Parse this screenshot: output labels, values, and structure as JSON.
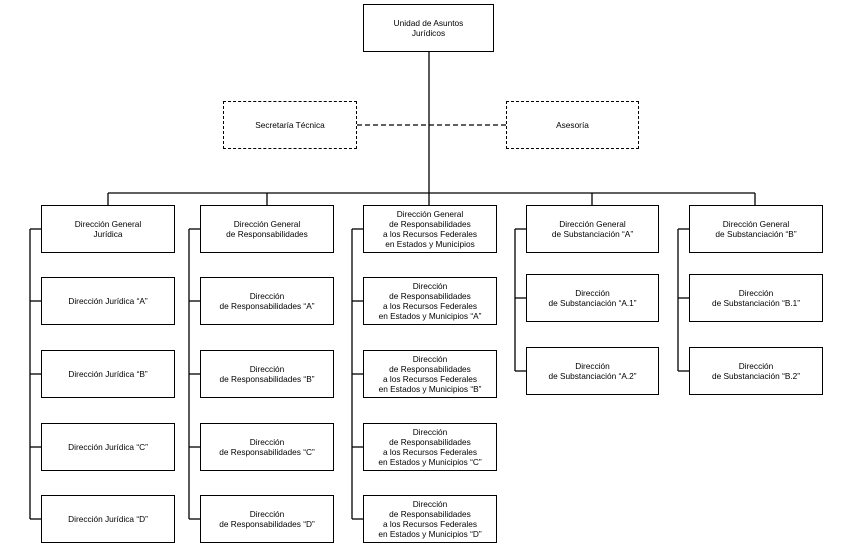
{
  "top": "Unidad de Asuntos\nJurídicos",
  "staff": [
    "Secretaría Técnica",
    "Asesoría"
  ],
  "columns": [
    {
      "head": "Dirección General\nJurídica",
      "children": [
        "Dirección Jurídica “A”",
        "Dirección Jurídica “B”",
        "Dirección Jurídica “C”",
        "Dirección Jurídica “D”"
      ]
    },
    {
      "head": "Dirección General\nde Responsabilidades",
      "children": [
        "Dirección\nde Responsabilidades “A”",
        "Dirección\nde Responsabilidades “B”",
        "Dirección\nde Responsabilidades “C”",
        "Dirección\nde Responsabilidades “D”"
      ]
    },
    {
      "head": "Dirección General\nde Responsabilidades\na los Recursos Federales\nen Estados y Municipios",
      "children": [
        "Dirección\nde Responsabilidades\na los Recursos Federales\nen Estados y Municipios “A”",
        "Dirección\nde Responsabilidades\na los Recursos Federales\nen Estados y Municipios “B”",
        "Dirección\nde Responsabilidades\na los Recursos Federales\nen Estados y Municipios “C”",
        "Dirección\nde Responsabilidades\na los Recursos Federales\nen Estados y Municipios “D”"
      ]
    },
    {
      "head": "Dirección General\nde Substanciación “A”",
      "children": [
        "Dirección\nde Substanciación “A.1”",
        "Dirección\nde Substanciación “A.2”"
      ]
    },
    {
      "head": "Dirección General\nde Substanciación “B”",
      "children": [
        "Dirección\nde Substanciación “B.1”",
        "Dirección\nde Substanciación “B.2”"
      ]
    }
  ]
}
